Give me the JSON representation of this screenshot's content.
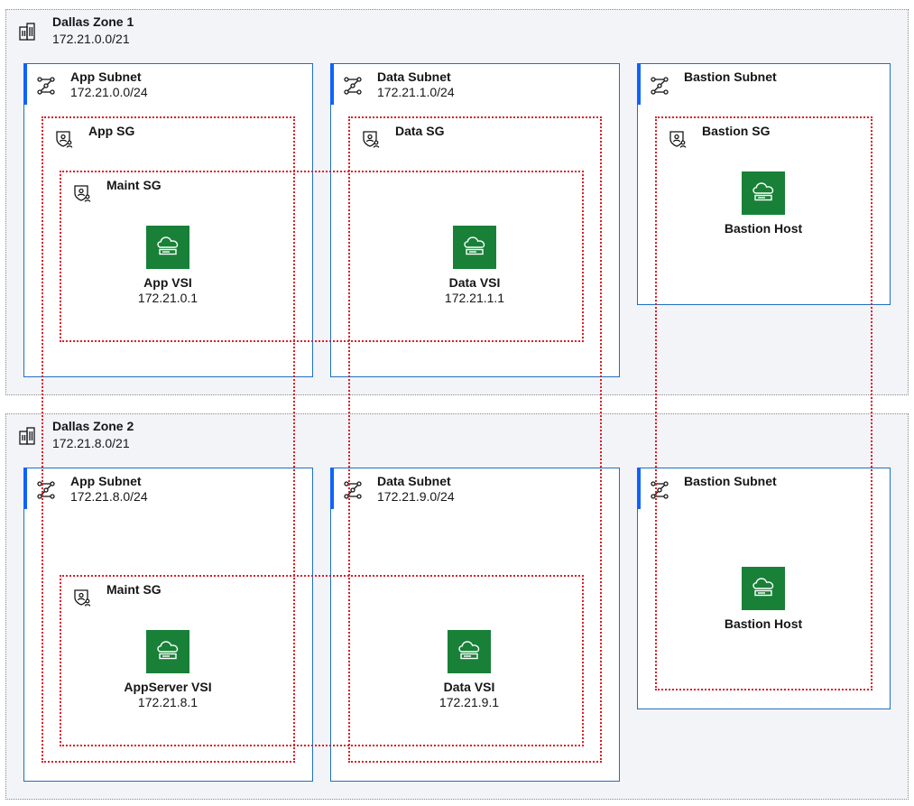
{
  "zones": [
    {
      "name": "Dallas Zone 1",
      "cidr": "172.21.0.0/21"
    },
    {
      "name": "Dallas Zone 2",
      "cidr": "172.21.8.0/21"
    }
  ],
  "zone1": {
    "app_subnet": {
      "name": "App Subnet",
      "cidr": "172.21.0.0/24"
    },
    "data_subnet": {
      "name": "Data Subnet",
      "cidr": "172.21.1.0/24"
    },
    "bastion_subnet": {
      "name": "Bastion Subnet"
    },
    "app_sg": "App SG",
    "data_sg": "Data SG",
    "maint_sg": "Maint SG",
    "bastion_sg": "Bastion SG",
    "app_vsi": {
      "name": "App VSI",
      "ip": "172.21.0.1"
    },
    "data_vsi": {
      "name": "Data VSI",
      "ip": "172.21.1.1"
    },
    "bastion_host": {
      "name": "Bastion Host"
    }
  },
  "zone2": {
    "app_subnet": {
      "name": "App Subnet",
      "cidr": "172.21.8.0/24"
    },
    "data_subnet": {
      "name": "Data Subnet",
      "cidr": "172.21.9.0/24"
    },
    "bastion_subnet": {
      "name": "Bastion Subnet"
    },
    "maint_sg": "Maint SG",
    "app_vsi": {
      "name": "AppServer VSI",
      "ip": "172.21.8.1"
    },
    "data_vsi": {
      "name": "Data VSI",
      "ip": "172.21.9.1"
    },
    "bastion_host": {
      "name": "Bastion Host"
    }
  },
  "icons": {
    "zone": "building-icon",
    "subnet": "subnet-network-icon",
    "security_group": "security-group-icon",
    "vsi": "cloud-server-icon"
  },
  "colors": {
    "subnet_border": "#1f70c1",
    "subnet_accent": "#0f62fe",
    "security_group_border": "#da1e28",
    "vsi_fill": "#198038",
    "zone_border": "#8d8d8d",
    "zone_fill": "#f2f4f8"
  }
}
